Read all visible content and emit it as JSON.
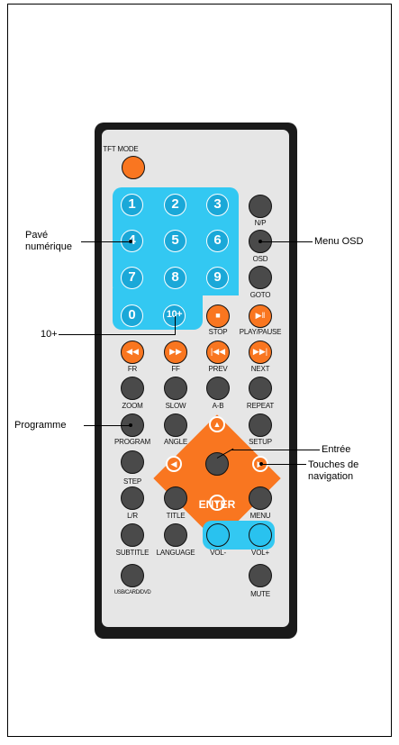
{
  "remote": {
    "tft_mode": "TFT MODE",
    "numpad": [
      "1",
      "2",
      "3",
      "4",
      "5",
      "6",
      "7",
      "8",
      "9",
      "0",
      "10+"
    ],
    "labels": {
      "np": "N/P",
      "osd": "OSD",
      "goto": "GOTO",
      "stop": "STOP",
      "play_pause": "PLAY/PAUSE",
      "fr": "FR",
      "ff": "FF",
      "prev": "PREV",
      "next": "NEXT",
      "zoom": "ZOOM",
      "slow": "SLOW",
      "ab": "A-B",
      "repeat": "REPEAT",
      "program": "PROGRAM",
      "angle": "ANGLE",
      "setup": "SETUP",
      "step": "STEP",
      "lr": "L/R",
      "title": "TITLE",
      "menu": "MENU",
      "subtitle": "SUBTITLE",
      "language": "LANGUAGE",
      "vol_minus": "VOL-",
      "vol_plus": "VOL+",
      "usb_card_dvd": "USB/CARD/DVD",
      "mute": "MUTE"
    },
    "enter": "ENTER"
  },
  "callouts": {
    "pave_line1": "Pavé",
    "pave_line2": "numérique",
    "ten_plus": "10+",
    "programme": "Programme",
    "menu_osd": "Menu OSD",
    "entree": "Entrée",
    "touches_line1": "Touches de",
    "touches_line2": "navigation"
  },
  "colors": {
    "accent_orange": "#f97620",
    "numpad_blue": "#33c8f2",
    "button_dark": "#4a4a4a",
    "body": "#1a1a1a"
  }
}
